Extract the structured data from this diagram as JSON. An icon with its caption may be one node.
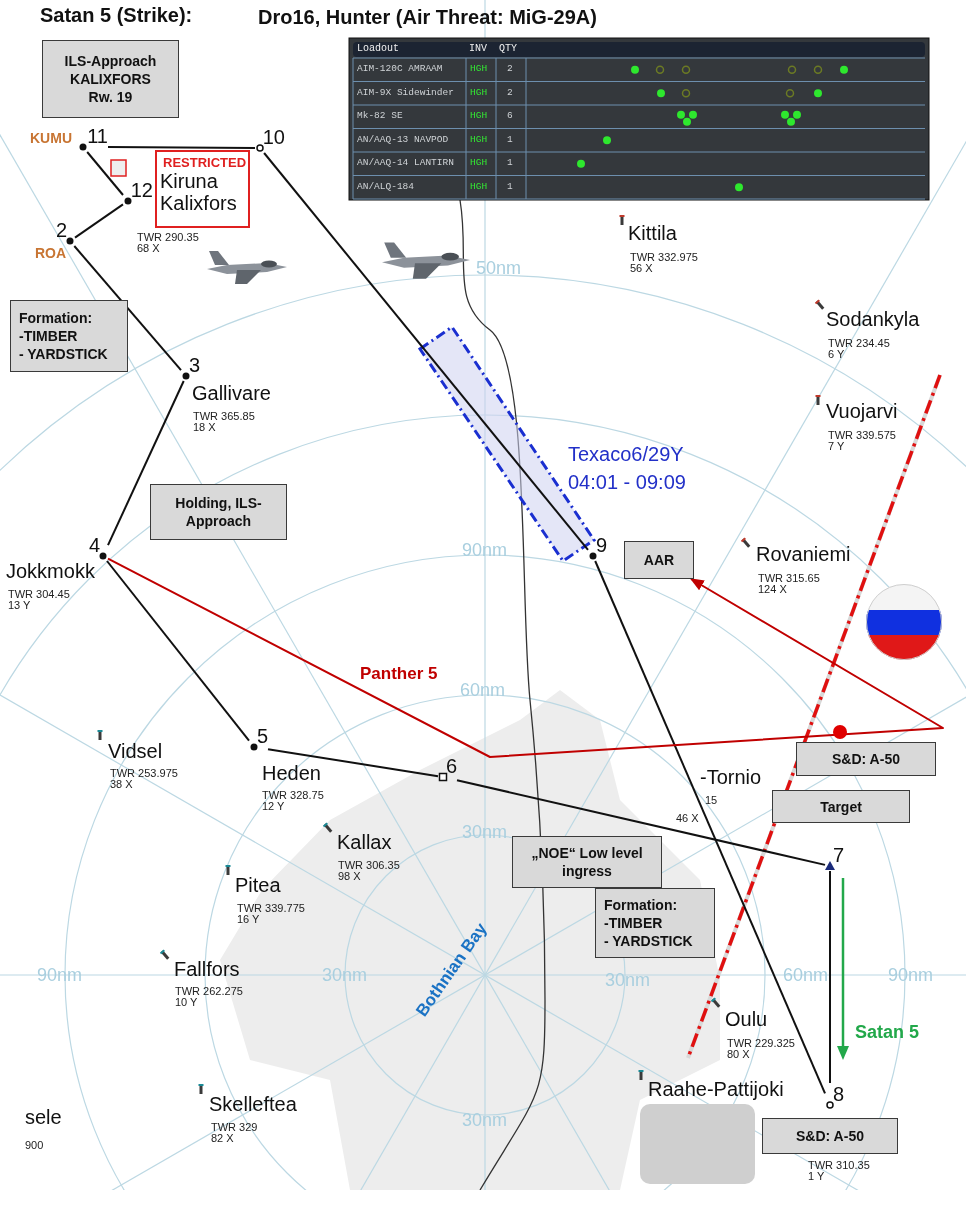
{
  "diagram": {
    "title": "Satan 5 (Strike):",
    "nodes": [
      {
        "text": [
          "ILS-Approach KALIXFORS Rw. 19"
        ]
      },
      {
        "text": [
          "11"
        ]
      },
      {
        "text": [
          "10"
        ]
      },
      {
        "text": [
          "RESTRICTED"
        ]
      },
      {
        "text": [
          "12"
        ]
      },
      {
        "text": [
          "2"
        ]
      },
      {
        "text": [
          "Formation:",
          "-TIMBER",
          "- YARDSTICK"
        ]
      },
      {
        "text": [
          "3"
        ]
      },
      {
        "text": [
          "Holding, ILS-Approach"
        ]
      },
      {
        "text": [
          "4"
        ]
      },
      {
        "text": [
          "9"
        ]
      },
      {
        "text": [
          "AAR"
        ]
      },
      {
        "text": [
          "S&D: A-50"
        ]
      },
      {
        "text": [
          "5"
        ]
      },
      {
        "text": [
          "6"
        ]
      },
      {
        "text": [
          "„NOE“ Low level ingress"
        ]
      },
      {
        "text": [
          "Target"
        ]
      },
      {
        "text": [
          "7"
        ]
      },
      {
        "text": [
          "Formation:",
          "-TIMBER",
          "- YARDSTICK"
        ]
      },
      {
        "text": [
          "8"
        ]
      },
      {
        "text": [
          "S&D: A-50"
        ]
      }
    ],
    "edges": [
      {
        "from": 5,
        "to": 7,
        "arrow": "none"
      },
      {
        "from": 7,
        "to": 9,
        "arrow": "none"
      },
      {
        "from": 9,
        "to": 13,
        "arrow": "none"
      },
      {
        "from": 13,
        "to": 14,
        "arrow": "none"
      },
      {
        "from": 14,
        "to": 17,
        "arrow": "none"
      },
      {
        "from": 17,
        "to": 19,
        "arrow": "none"
      },
      {
        "from": 19,
        "to": 10,
        "arrow": "none"
      },
      {
        "from": 10,
        "to": 2,
        "arrow": "none"
      },
      {
        "from": 2,
        "to": 1,
        "arrow": "none"
      },
      {
        "from": 1,
        "to": 4,
        "arrow": "none"
      },
      {
        "from": 4,
        "to": 5,
        "arrow": "none"
      },
      {
        "from": 9,
        "to": 11,
        "arrow": "to",
        "label": "Panther 5",
        "color": "#c00000"
      }
    ],
    "labels": [
      "Dro16, Hunter (Air Threat: MiG-29A)",
      "Loadout",
      "INV",
      "QTY",
      "AIM-120C AMRAAM",
      "HGH",
      "2",
      "AIM-9X Sidewinder",
      "HGH",
      "2",
      "Mk-82 SE",
      "HGH",
      "6",
      "AN/AAQ-13 NAVPOD",
      "HGH",
      "1",
      "AN/AAQ-14 LANTIRN",
      "HGH",
      "1",
      "AN/ALQ-184",
      "HGH",
      "1",
      "KUMU",
      "Kiruna",
      "Kalixfors",
      "TWR 290.35",
      "68 X",
      "Kittila",
      "TWR 332.975",
      "56 X",
      "ROA",
      "50nm",
      "Sodankyla",
      "TWR 234.45",
      "6 Y",
      "Gallivare",
      "TWR 365.85",
      "18 X",
      "Vuojarvi",
      "TWR 339.575",
      "7 Y",
      "Texaco6/29Y",
      "04:01 - 09:09",
      "90nm",
      "Rovaniemi",
      "TWR 315.65",
      "124 X",
      "Jokkmokk",
      "TWR 304.45",
      "13 Y",
      "60nm",
      "Vidsel",
      "TWR 253.975",
      "38 X",
      "Heden",
      "TWR 328.75",
      "12 Y",
      "-Tornio",
      "15",
      "46 X",
      "30nm",
      "Kallax",
      "TWR 306.35",
      "98 X",
      "Pitea",
      "TWR 339.775",
      "16 Y",
      "90nm",
      "Fallfors",
      "30nm",
      "30nm",
      "60nm",
      "90nm",
      "TWR 262.275",
      "10 Y",
      "Bothnian Bay",
      "Oulu",
      "TWR 229.325",
      "80 X",
      "Satan 5",
      "Raahe-Pattijoki",
      "Skelleftea",
      "TWR 329",
      "82 X",
      "sele",
      "900",
      "30nm",
      "TWR 310.35",
      "1 Y"
    ]
  }
}
